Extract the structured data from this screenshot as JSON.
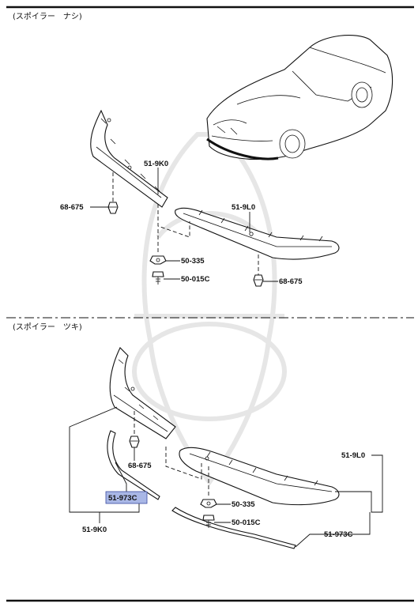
{
  "sections": {
    "top_label": "(スポイラー　ナシ)",
    "bottom_label": "(スポイラー　ツキ)"
  },
  "callouts_top": {
    "bumper_left": "51-9K0",
    "bumper_right": "51-9L0",
    "clip_left": "68-675",
    "nut": "50-335",
    "bolt": "50-015C",
    "clip_right": "68-675"
  },
  "callouts_bottom": {
    "clip": "68-675",
    "spoiler_left_highlight": "51-973C",
    "bumper_left": "51-9K0",
    "bumper_right": "51-9L0",
    "nut": "50-335",
    "bolt": "50-015C",
    "spoiler_right": "51-973C"
  },
  "colors": {
    "line": "#111111",
    "highlight_fill": "#a9b7e6",
    "highlight_stroke": "#3a4aa0",
    "watermark": "#e6e6e6"
  }
}
